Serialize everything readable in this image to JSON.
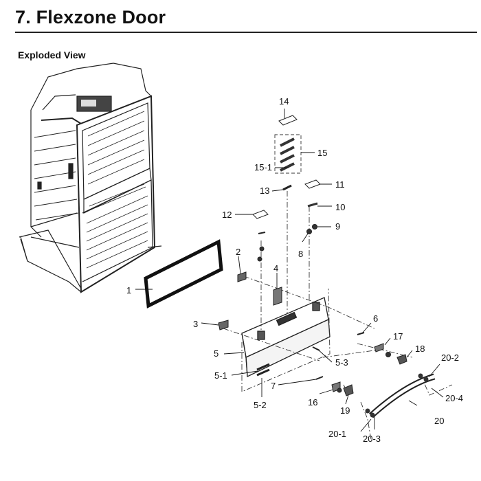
{
  "header": {
    "title": "7.  Flexzone Door",
    "subtitle": "Exploded View"
  },
  "callouts": [
    {
      "id": "1",
      "text": "1"
    },
    {
      "id": "2",
      "text": "2"
    },
    {
      "id": "3",
      "text": "3"
    },
    {
      "id": "4",
      "text": "4"
    },
    {
      "id": "5",
      "text": "5"
    },
    {
      "id": "5-1",
      "text": "5-1"
    },
    {
      "id": "5-2",
      "text": "5-2"
    },
    {
      "id": "5-3",
      "text": "5-3"
    },
    {
      "id": "6",
      "text": "6"
    },
    {
      "id": "7",
      "text": "7"
    },
    {
      "id": "8",
      "text": "8"
    },
    {
      "id": "9",
      "text": "9"
    },
    {
      "id": "10",
      "text": "10"
    },
    {
      "id": "11",
      "text": "11"
    },
    {
      "id": "12",
      "text": "12"
    },
    {
      "id": "13",
      "text": "13"
    },
    {
      "id": "14",
      "text": "14"
    },
    {
      "id": "15",
      "text": "15"
    },
    {
      "id": "15-1",
      "text": "15-1"
    },
    {
      "id": "16",
      "text": "16"
    },
    {
      "id": "17",
      "text": "17"
    },
    {
      "id": "18",
      "text": "18"
    },
    {
      "id": "19",
      "text": "19"
    },
    {
      "id": "20",
      "text": "20"
    },
    {
      "id": "20-1",
      "text": "20-1"
    },
    {
      "id": "20-2",
      "text": "20-2"
    },
    {
      "id": "20-3",
      "text": "20-3"
    },
    {
      "id": "20-4",
      "text": "20-4"
    }
  ],
  "colors": {
    "ink": "#111111",
    "background": "#ffffff"
  }
}
